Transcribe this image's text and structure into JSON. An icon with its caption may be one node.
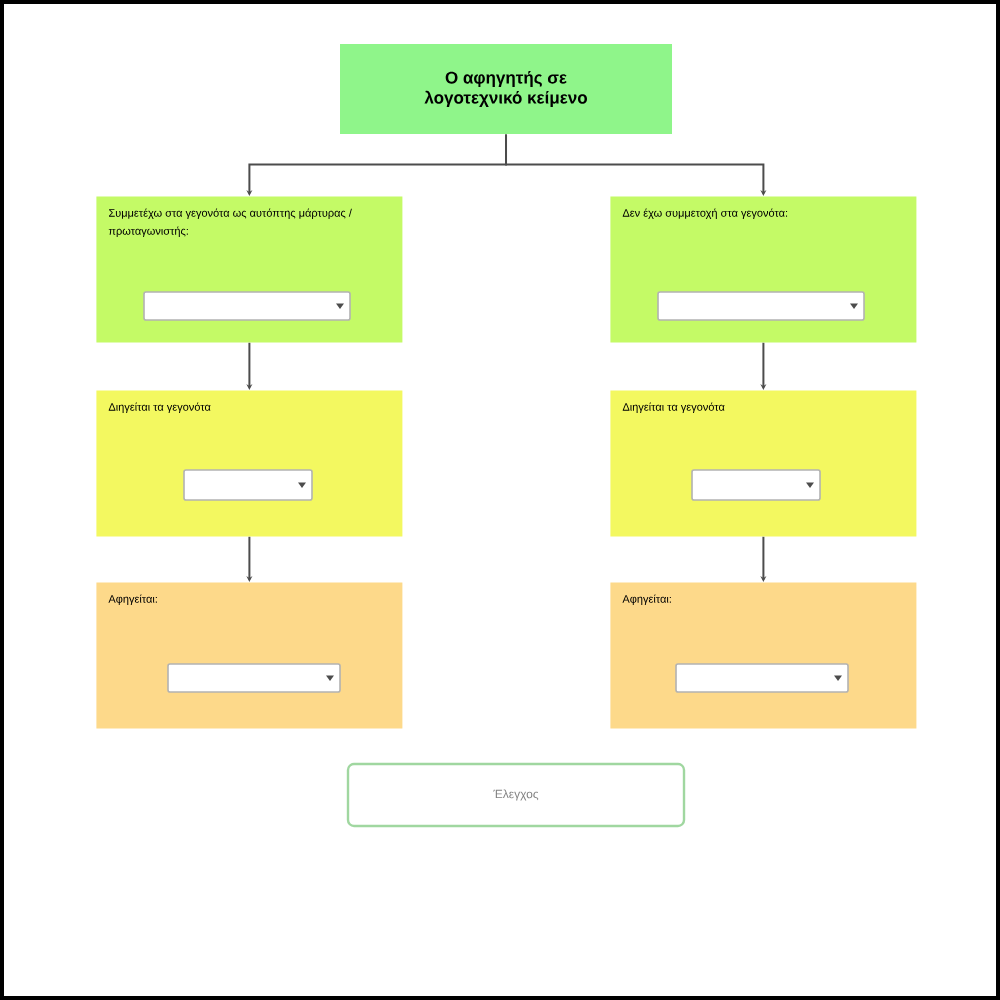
{
  "diagram": {
    "nodes": [
      {
        "text": [
          "Ο αφηγητής σε λογοτεχνικό κείμενο"
        ]
      },
      {
        "text": [
          "Συμμετέχω στα γεγονότα ως αυτόπτης μάρτυρας / πρωταγωνιστής:"
        ]
      },
      {
        "text": [
          "Δεν έχω συμμετοχή στα γεγονότα:"
        ]
      },
      {
        "text": [
          "Διηγείται τα γεγονότα"
        ]
      },
      {
        "text": [
          "Διηγείται τα γεγονότα"
        ]
      },
      {
        "text": [
          "Αφηγείται:"
        ]
      },
      {
        "text": [
          "Αφηγείται:"
        ]
      },
      {
        "text": [
          "Έλεγχος"
        ]
      }
    ],
    "edges": [
      {
        "from": 0,
        "to": 1,
        "arrow": "to"
      },
      {
        "from": 0,
        "to": 2,
        "arrow": "to"
      },
      {
        "from": 1,
        "to": 3,
        "arrow": "to"
      },
      {
        "from": 3,
        "to": 5,
        "arrow": "to"
      },
      {
        "from": 2,
        "to": 4,
        "arrow": "to"
      },
      {
        "from": 4,
        "to": 6,
        "arrow": "to"
      }
    ]
  }
}
